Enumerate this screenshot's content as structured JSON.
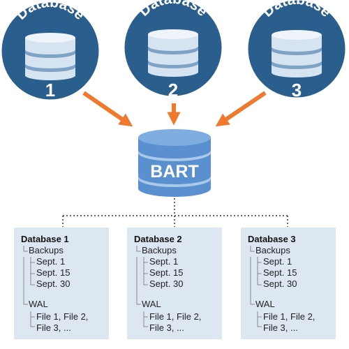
{
  "colors": {
    "circle_fill": "#2a5e8c",
    "circle_border": "#ffffff",
    "cylinder_light": "#d6e4f2",
    "cylinder_band": "#7fa3c7",
    "arrow": "#ef7a2e",
    "bart_blue": "#5a90cf",
    "bart_top": "#7eaee0",
    "panel_fill": "#dce7f2",
    "dotted_line": "#333333"
  },
  "sources": [
    {
      "label": "Database",
      "number": "1",
      "icon": "database-cylinder-icon"
    },
    {
      "label": "Database",
      "number": "2",
      "icon": "database-cylinder-icon"
    },
    {
      "label": "Database",
      "number": "3",
      "icon": "database-cylinder-icon"
    }
  ],
  "bart": {
    "label": "BART",
    "icon": "database-cylinder-icon"
  },
  "panels": [
    {
      "title": "Database 1",
      "backups_label": "Backups",
      "backups": [
        "Sept. 1",
        "Sept. 15",
        "Sept. 30"
      ],
      "wal_label": "WAL",
      "wal_files": [
        "File 1, File 2,",
        "File 3, ..."
      ]
    },
    {
      "title": "Database 2",
      "backups_label": "Backups",
      "backups": [
        "Sept. 1",
        "Sept. 15",
        "Sept. 30"
      ],
      "wal_label": "WAL",
      "wal_files": [
        "File 1, File 2,",
        "File 3, ..."
      ]
    },
    {
      "title": "Database 3",
      "backups_label": "Backups",
      "backups": [
        "Sept. 1",
        "Sept. 15",
        "Sept. 30"
      ],
      "wal_label": "WAL",
      "wal_files": [
        "File 1, File 2,",
        "File 3, ..."
      ]
    }
  ]
}
